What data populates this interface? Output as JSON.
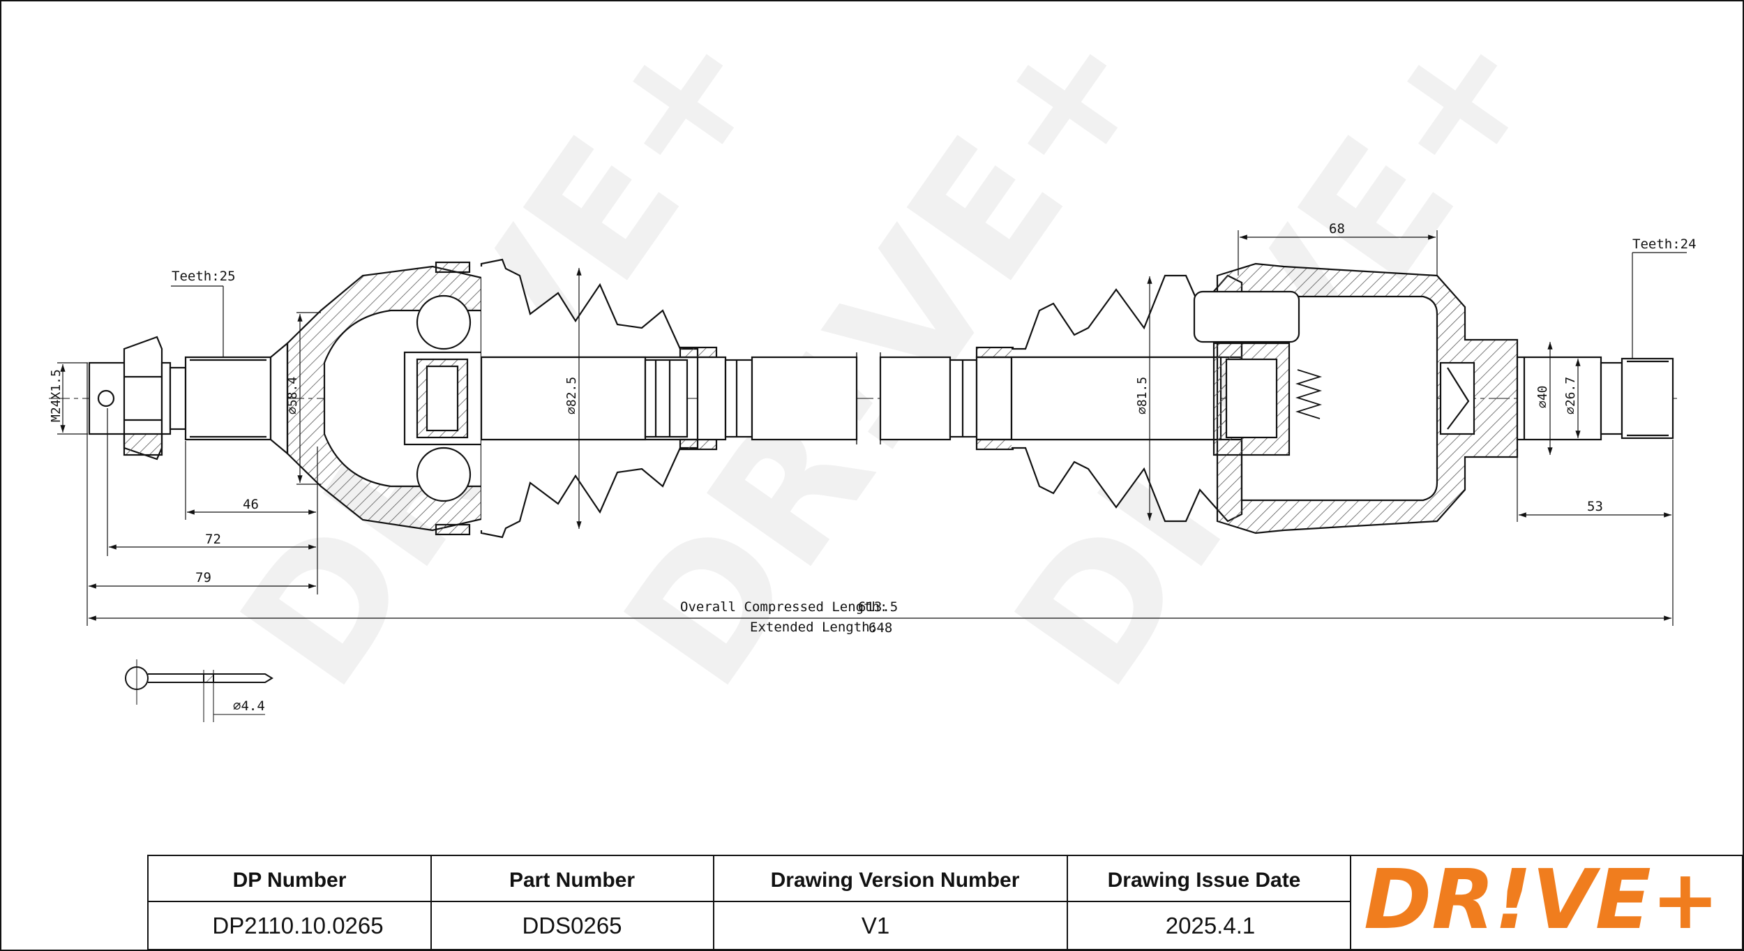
{
  "annotations": {
    "teeth_left": "Teeth:25",
    "teeth_right": "Teeth:24",
    "thread": "M24X1.5",
    "dia_58": "⌀58.4",
    "dia_82": "⌀82.5",
    "dia_81": "⌀81.5",
    "dia_40": "⌀40",
    "dia_26": "⌀26.7",
    "dim_46": "46",
    "dim_72": "72",
    "dim_79": "79",
    "dim_68": "68",
    "dim_53": "53",
    "pin_dia": "⌀4.4",
    "compressed_label": "Overall  Compressed  Length:",
    "compressed_value": "613.5",
    "extended_label": "Extended  Length:",
    "extended_value": "648"
  },
  "table": {
    "headers": [
      "DP Number",
      "Part Number",
      "Drawing Version Number",
      "Drawing Issue Date"
    ],
    "values": [
      "DP2110.10.0265",
      "DDS0265",
      "V1",
      "2025.4.1"
    ]
  },
  "logo": {
    "text": "DR!VE+",
    "color": "#f07d1e"
  },
  "watermark": "DR!VE+"
}
